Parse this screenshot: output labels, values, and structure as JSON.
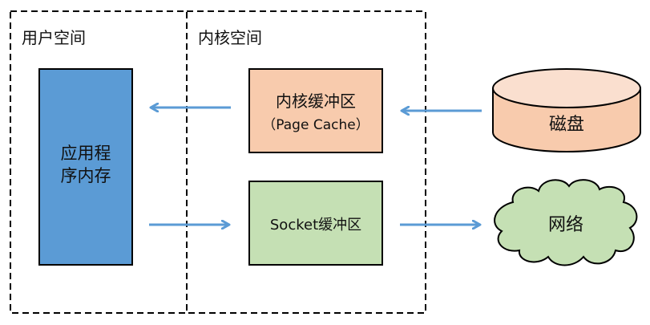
{
  "regions": {
    "user_space": {
      "label": "用户空间"
    },
    "kernel_space": {
      "label": "内核空间"
    }
  },
  "nodes": {
    "app_memory": {
      "line1": "应用程",
      "line2": "序内存",
      "fill": "#5b9bd5"
    },
    "page_cache": {
      "line1": "内核缓冲区",
      "line2": "（Page Cache）",
      "fill": "#f8cbad"
    },
    "socket_buffer": {
      "label": "Socket缓冲区",
      "fill": "#c5e0b4"
    },
    "disk": {
      "label": "磁盘",
      "fill": "#f8cbad",
      "top_fill": "#fadfcf"
    },
    "network": {
      "label": "网络",
      "fill": "#c5e0b4"
    }
  },
  "edges": [
    {
      "from": "disk",
      "to": "page_cache"
    },
    {
      "from": "page_cache",
      "to": "app_memory"
    },
    {
      "from": "app_memory",
      "to": "socket_buffer"
    },
    {
      "from": "socket_buffer",
      "to": "network"
    }
  ],
  "colors": {
    "arrow": "#5b9bd5",
    "border": "#000000"
  }
}
